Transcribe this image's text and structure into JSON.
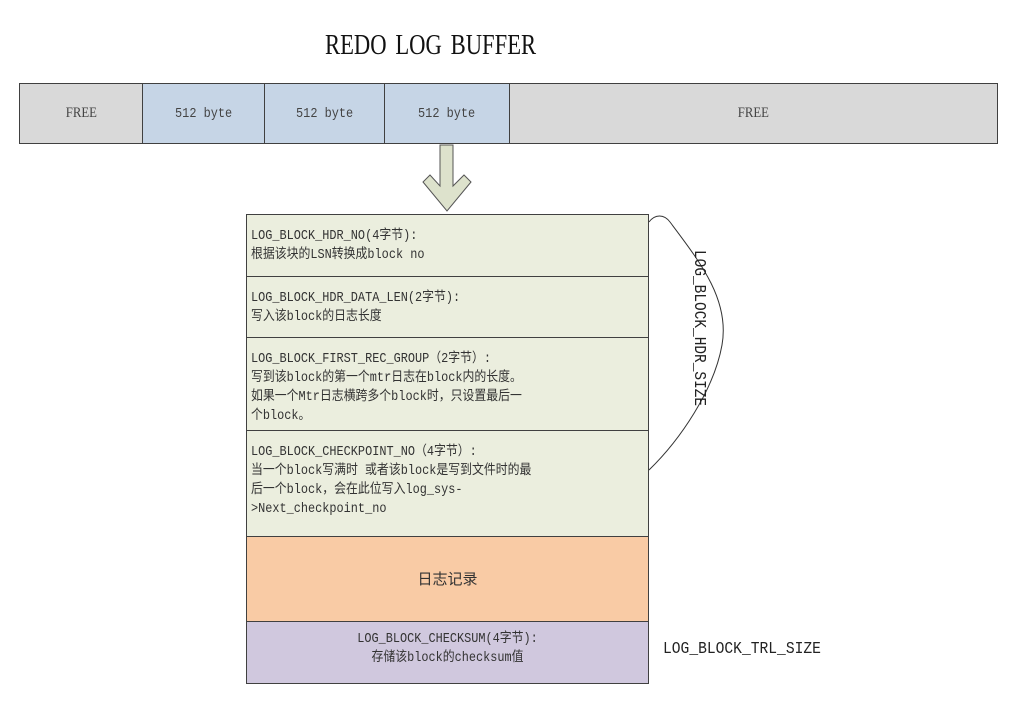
{
  "title": "REDO LOG BUFFER",
  "buffer": {
    "segments": [
      {
        "label": "FREE",
        "kind": "free"
      },
      {
        "label": "512 byte",
        "kind": "used"
      },
      {
        "label": "512 byte",
        "kind": "used"
      },
      {
        "label": "512 byte",
        "kind": "used"
      },
      {
        "label": "FREE",
        "kind": "free"
      }
    ]
  },
  "block": {
    "header_fields": [
      {
        "lines": [
          "LOG_BLOCK_HDR_NO(4字节):",
          "根据该块的LSN转换成block no"
        ]
      },
      {
        "lines": [
          "LOG_BLOCK_HDR_DATA_LEN(2字节):",
          "写入该block的日志长度"
        ]
      },
      {
        "lines": [
          "LOG_BLOCK_FIRST_REC_GROUP（2字节）:",
          "写到该block的第一个mtr日志在block内的长度。",
          "如果一个Mtr日志横跨多个block时，只设置最后一",
          "个block。"
        ]
      },
      {
        "lines": [
          "LOG_BLOCK_CHECKPOINT_NO（4字节）:",
          "当一个block写满时 或者该block是写到文件时的最",
          "后一个block，会在此位写入log_sys-",
          ">Next_checkpoint_no"
        ]
      }
    ],
    "body_label": "日志记录",
    "trailer": {
      "lines": [
        "LOG_BLOCK_CHECKSUM(4字节):",
        "存储该block的checksum值"
      ]
    }
  },
  "labels": {
    "hdr_size": "LOG_BLOCK_HDR_SIZE",
    "trl_size": "LOG_BLOCK_TRL_SIZE"
  },
  "colors": {
    "free": "#d9d9d9",
    "used": "#c6d5e6",
    "header": "#ebeede",
    "body": "#f9cba5",
    "trailer": "#d0c8de",
    "arrow": "#dde2cc"
  }
}
